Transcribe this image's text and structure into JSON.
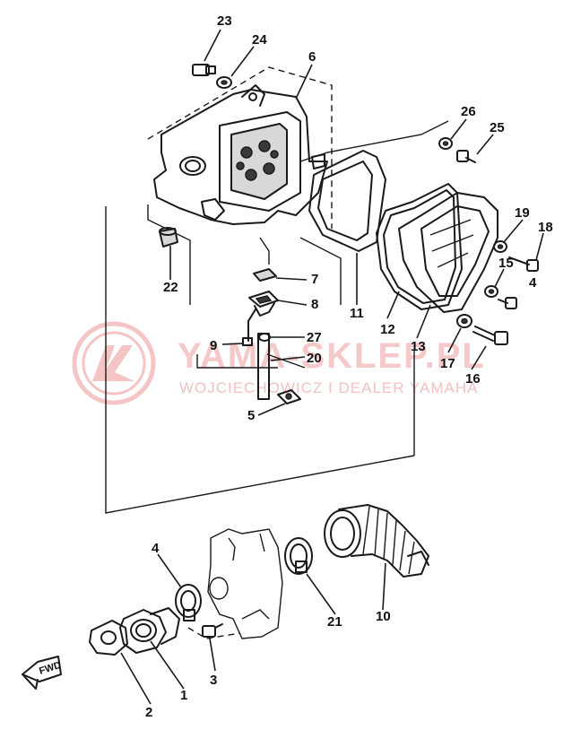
{
  "watermark": {
    "brand": "YAMA-SKLEP.PL",
    "subtitle": "WOJCIECHOWICZ I DEALER YAMAHA",
    "color": "#f2b7b7"
  },
  "direction_badge": "FWD",
  "callouts": [
    "23",
    "24",
    "6",
    "26",
    "25",
    "19",
    "18",
    "15",
    "4",
    "7",
    "8",
    "22",
    "11",
    "12",
    "13",
    "9",
    "27",
    "20",
    "17",
    "16",
    "5",
    "4",
    "21",
    "10",
    "3",
    "1",
    "2"
  ]
}
